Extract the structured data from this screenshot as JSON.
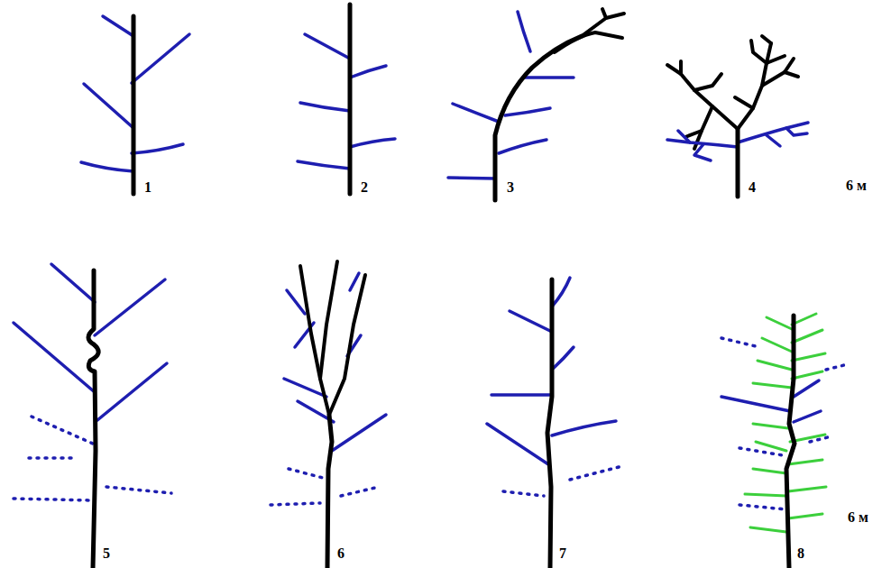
{
  "diagram": {
    "labels": [
      "1",
      "2",
      "3",
      "4",
      "6 м",
      "5",
      "6",
      "7",
      "8",
      "6 м"
    ]
  }
}
